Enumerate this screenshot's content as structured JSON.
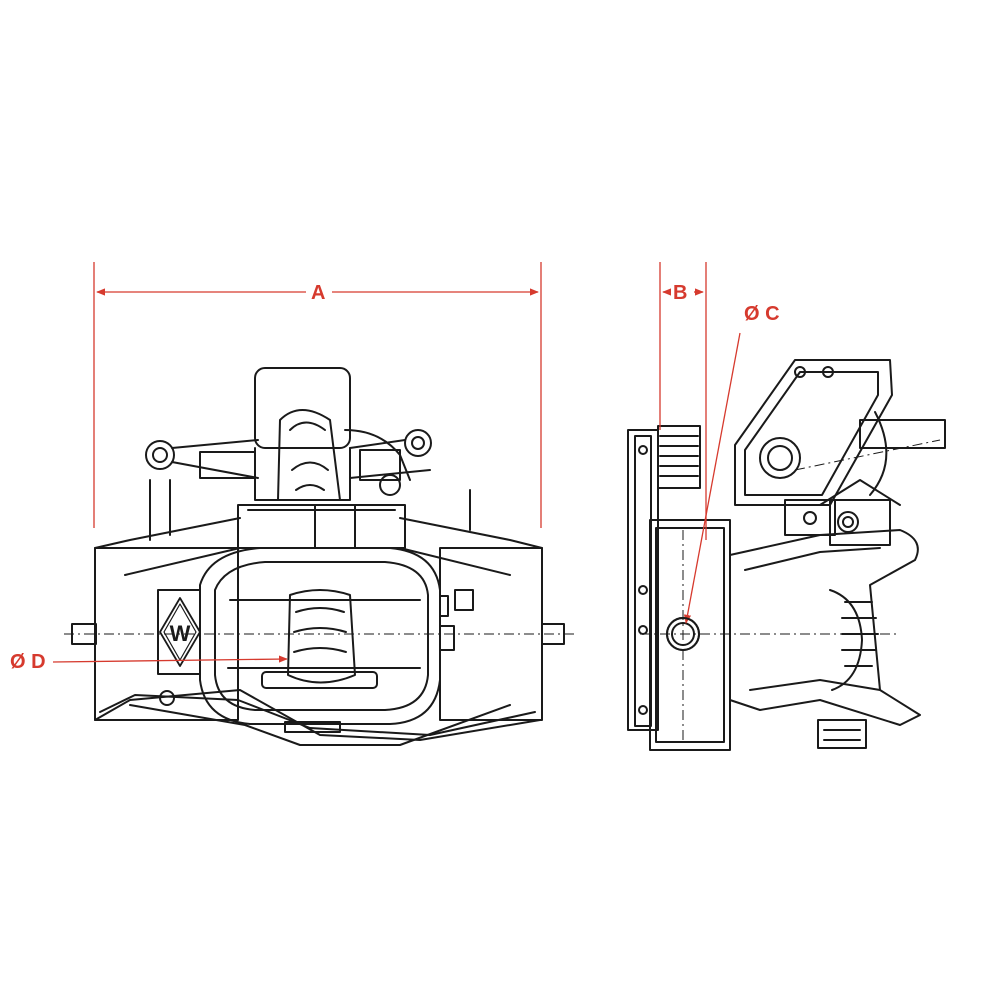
{
  "dimensions": {
    "a": "A",
    "b": "B",
    "c": "Ø C",
    "d": "Ø D"
  },
  "logo": {
    "letter": "W"
  },
  "colors": {
    "dimension": "#d63a2e",
    "line": "#1a1a1a",
    "background": "#ffffff"
  }
}
